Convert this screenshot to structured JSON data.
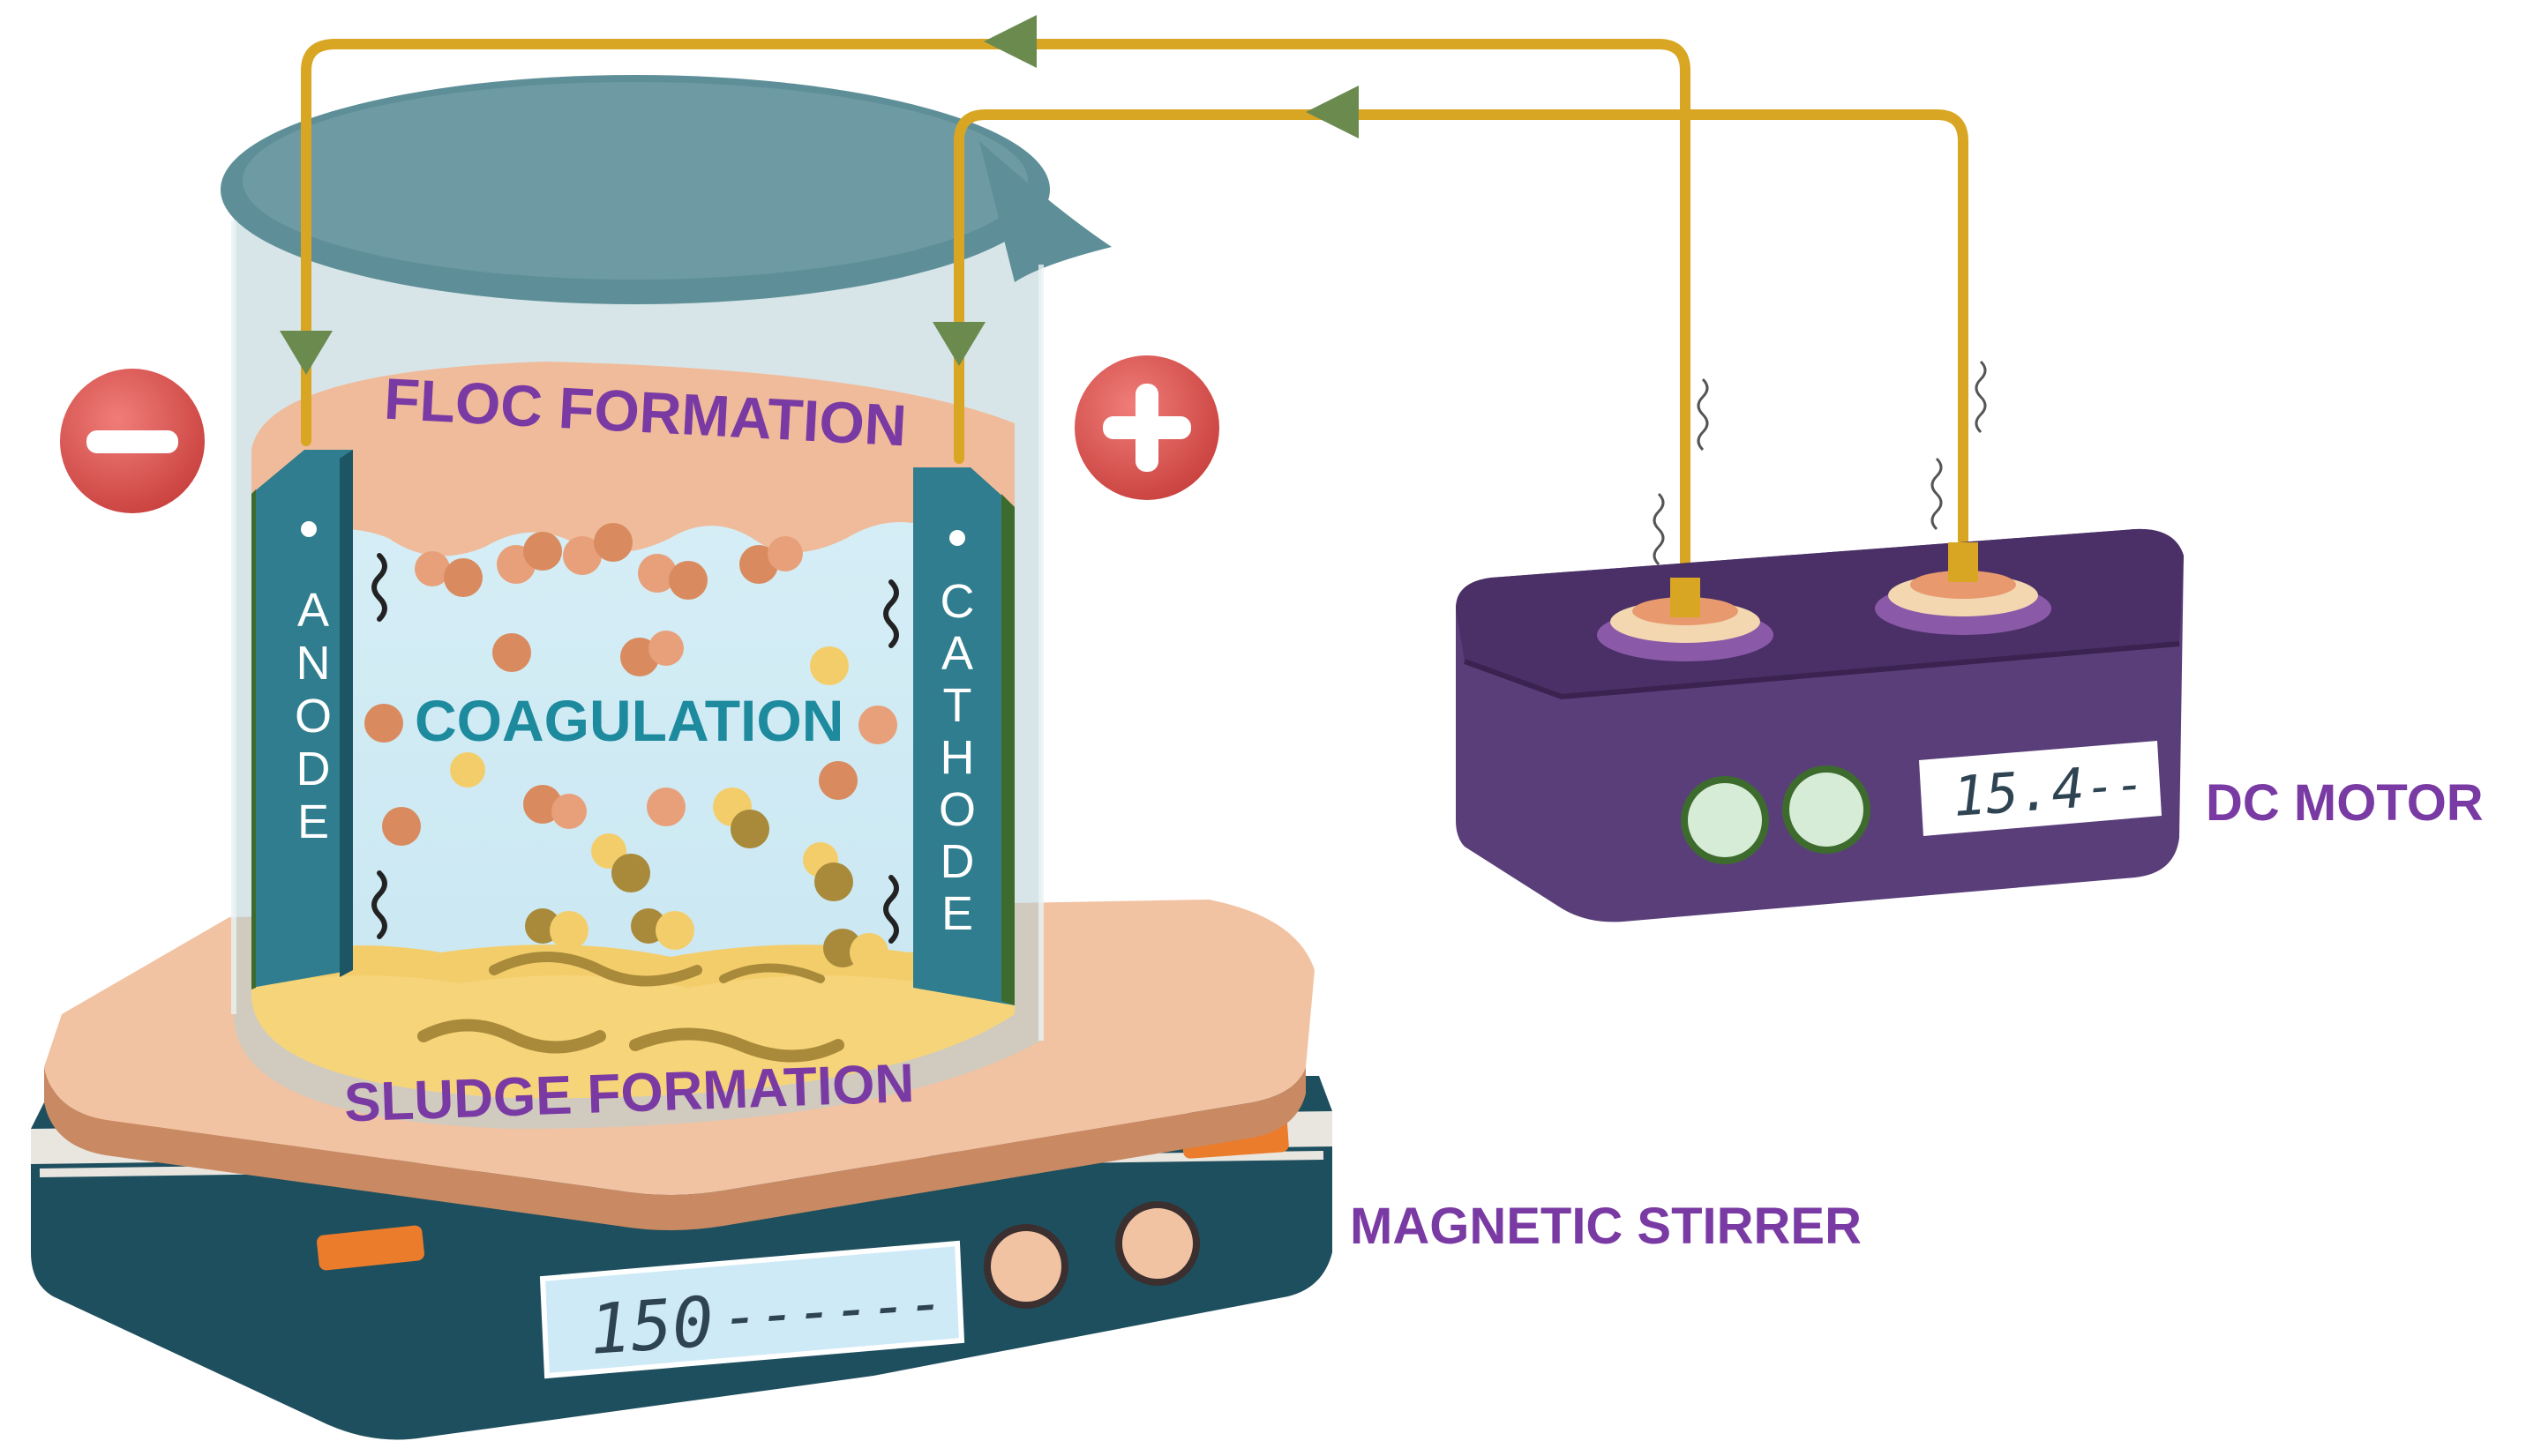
{
  "labels": {
    "floc": "FLOC FORMATION",
    "coagulation": "COAGULATION",
    "sludge": "SLUDGE FORMATION",
    "anode": "ANODE",
    "cathode": "CATHODE",
    "dc_motor": "DC MOTOR",
    "magnetic_stirrer": "MAGNETIC STIRRER"
  },
  "terminals": {
    "negative": "−",
    "positive": "+"
  },
  "displays": {
    "stirrer_value": "150",
    "stirrer_dashes": "------",
    "motor_value": "15.4",
    "motor_dashes": "--"
  },
  "colors": {
    "wire": "#d9a623",
    "arrow": "#6b8a4e",
    "beaker_rim": "#5e8f98",
    "electrode": "#2f7d8e",
    "stirrer_top": "#f2c3a3",
    "stirrer_body": "#1e4f5e",
    "motor_body": "#5a3e7a",
    "label_purple": "#7a3aa3",
    "label_teal": "#1e8a9e"
  },
  "icons": [
    "minus-icon",
    "plus-icon",
    "arrow-icon",
    "heat-squiggle-icon"
  ]
}
